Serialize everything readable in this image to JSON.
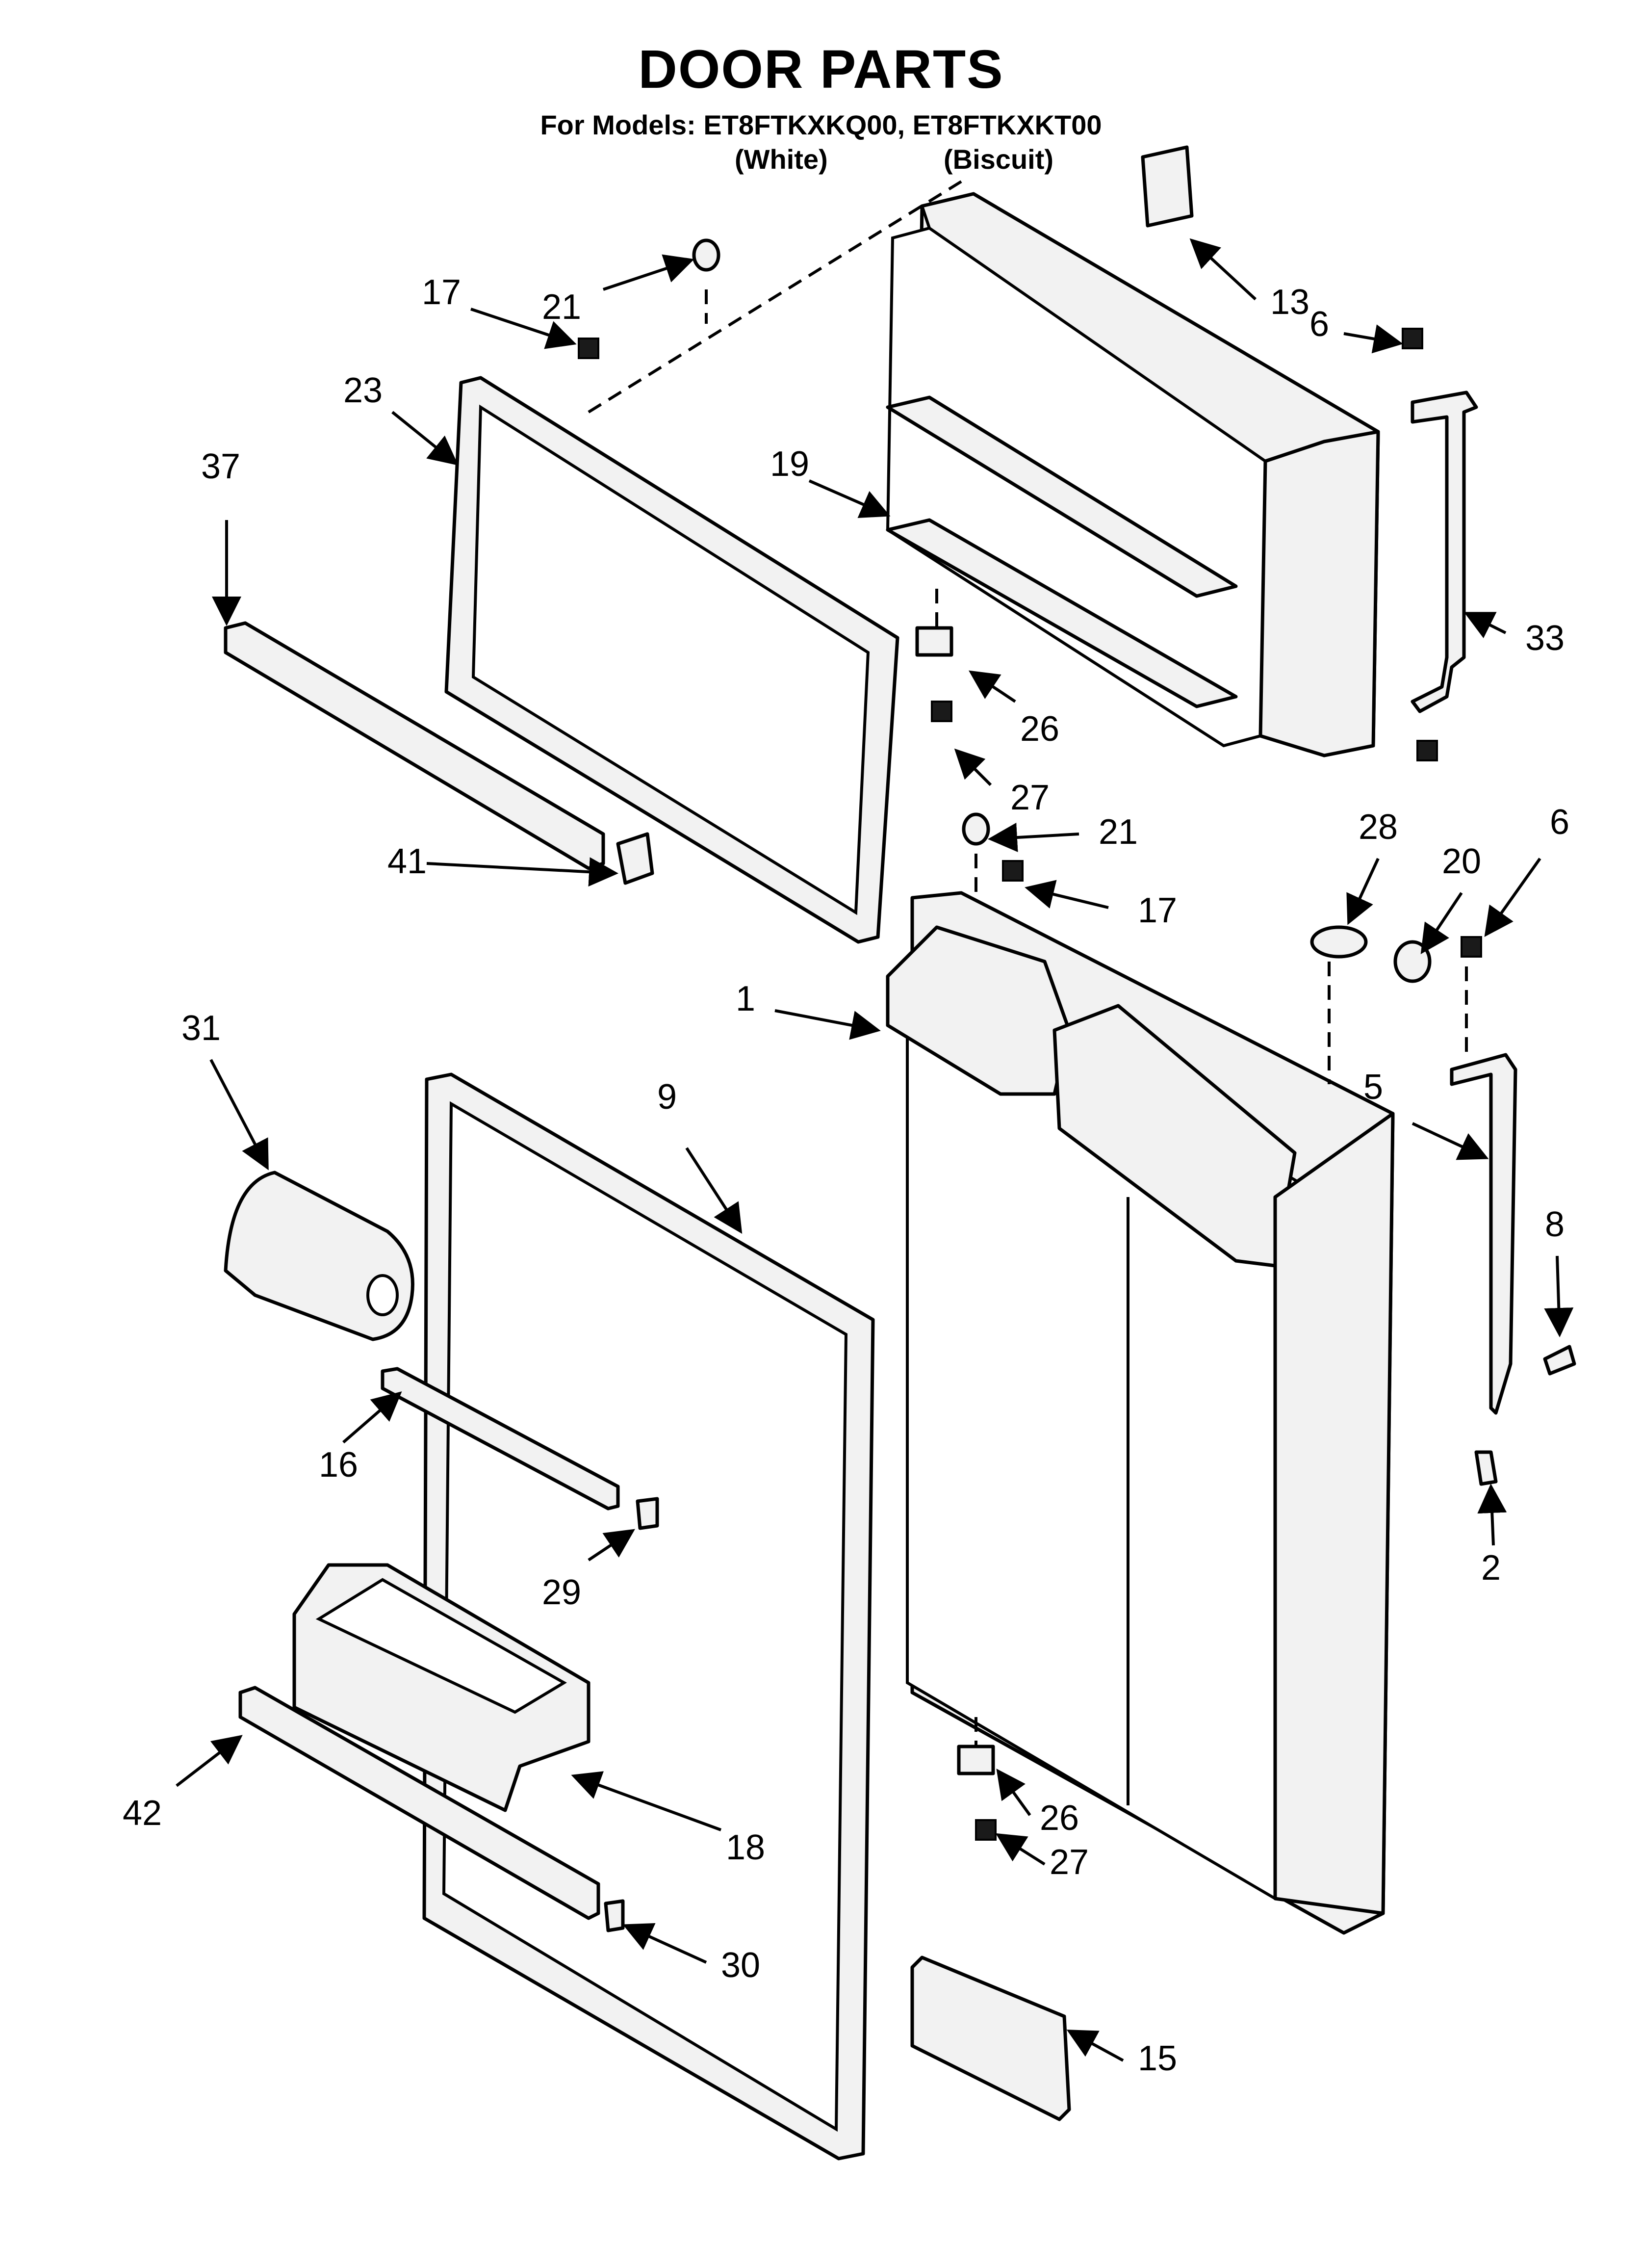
{
  "header": {
    "title": "DOOR PARTS",
    "models_line": "For Models: ET8FTKXKQ00, ET8FTKXKT00",
    "variants": [
      "(White)",
      "(Biscuit)"
    ]
  },
  "callouts": [
    "17",
    "21",
    "23",
    "37",
    "19",
    "13",
    "6",
    "33",
    "26",
    "27",
    "41",
    "21",
    "17",
    "28",
    "20",
    "6",
    "1",
    "31",
    "9",
    "5",
    "8",
    "16",
    "29",
    "2",
    "26",
    "27",
    "42",
    "18",
    "30",
    "15"
  ]
}
